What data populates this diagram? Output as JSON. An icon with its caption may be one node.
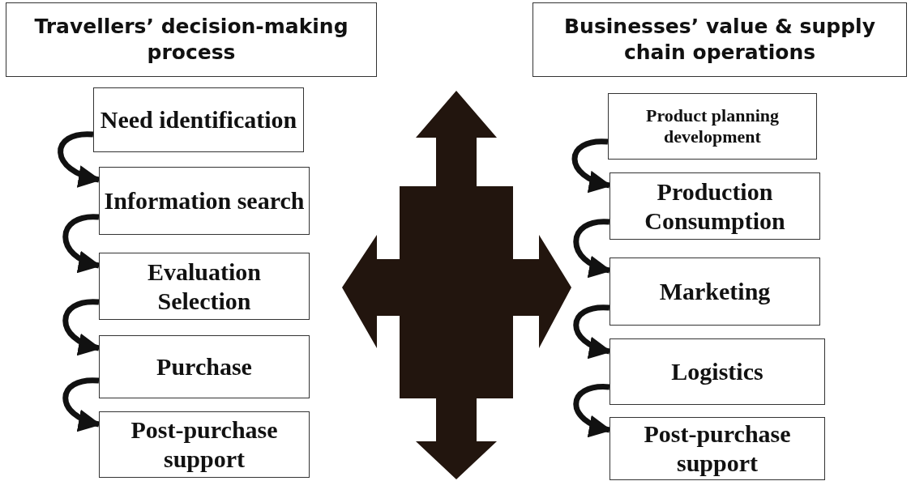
{
  "diagram": {
    "nodes": [
      {
        "text": [
          "Travellers’ decision-making process"
        ]
      },
      {
        "text": [
          "Need identification"
        ]
      },
      {
        "text": [
          "Information search"
        ]
      },
      {
        "text": [
          "Evaluation Selection"
        ]
      },
      {
        "text": [
          "Purchase"
        ]
      },
      {
        "text": [
          "Post-purchase support"
        ]
      },
      {
        "text": [
          "Businesses’ value & supply chain operations"
        ]
      },
      {
        "text": [
          "Product planning development"
        ]
      },
      {
        "text": [
          "Production Consumption"
        ]
      },
      {
        "text": [
          "Marketing"
        ]
      },
      {
        "text": [
          "Logistics"
        ]
      },
      {
        "text": [
          "Post-purchase support"
        ]
      }
    ],
    "edges": [
      {
        "from": 1,
        "to": 2,
        "arrow": "to"
      },
      {
        "from": 2,
        "to": 3,
        "arrow": "to"
      },
      {
        "from": 3,
        "to": 4,
        "arrow": "to"
      },
      {
        "from": 4,
        "to": 5,
        "arrow": "to"
      },
      {
        "from": 7,
        "to": 8,
        "arrow": "to"
      },
      {
        "from": 8,
        "to": 9,
        "arrow": "to"
      },
      {
        "from": 9,
        "to": 10,
        "arrow": "to"
      },
      {
        "from": 10,
        "to": 11,
        "arrow": "to"
      }
    ]
  }
}
